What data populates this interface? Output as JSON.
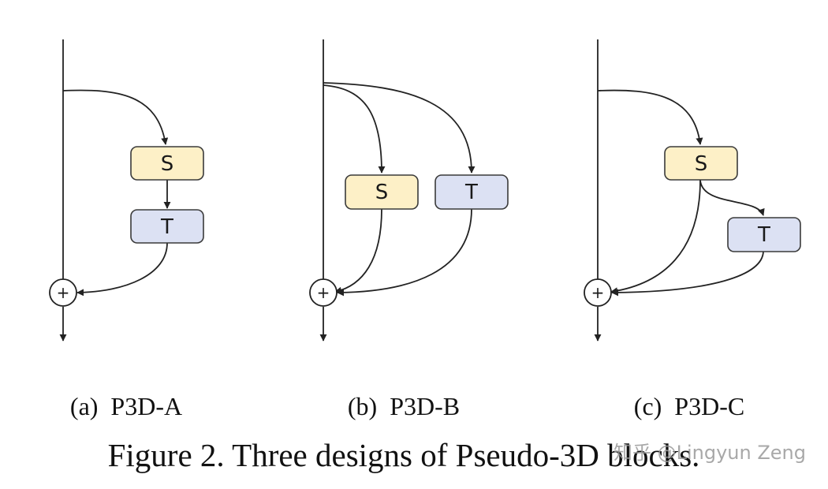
{
  "colors": {
    "spatial_fill": "#FDF0C7",
    "temporal_fill": "#DCE1F3",
    "box_stroke": "#3a3a3a",
    "line": "#222222"
  },
  "blocks": [
    {
      "id": "a",
      "spatial_label": "S",
      "temporal_label": "T",
      "plus_label": "+",
      "caption": "(a)  P3D-A"
    },
    {
      "id": "b",
      "spatial_label": "S",
      "temporal_label": "T",
      "plus_label": "+",
      "caption": "(b)  P3D-B"
    },
    {
      "id": "c",
      "spatial_label": "S",
      "temporal_label": "T",
      "plus_label": "+",
      "caption": "(c)  P3D-C"
    }
  ],
  "figure_caption": "Figure 2. Three designs of Pseudo-3D blocks.",
  "watermark": "知乎 @Lingyun Zeng"
}
